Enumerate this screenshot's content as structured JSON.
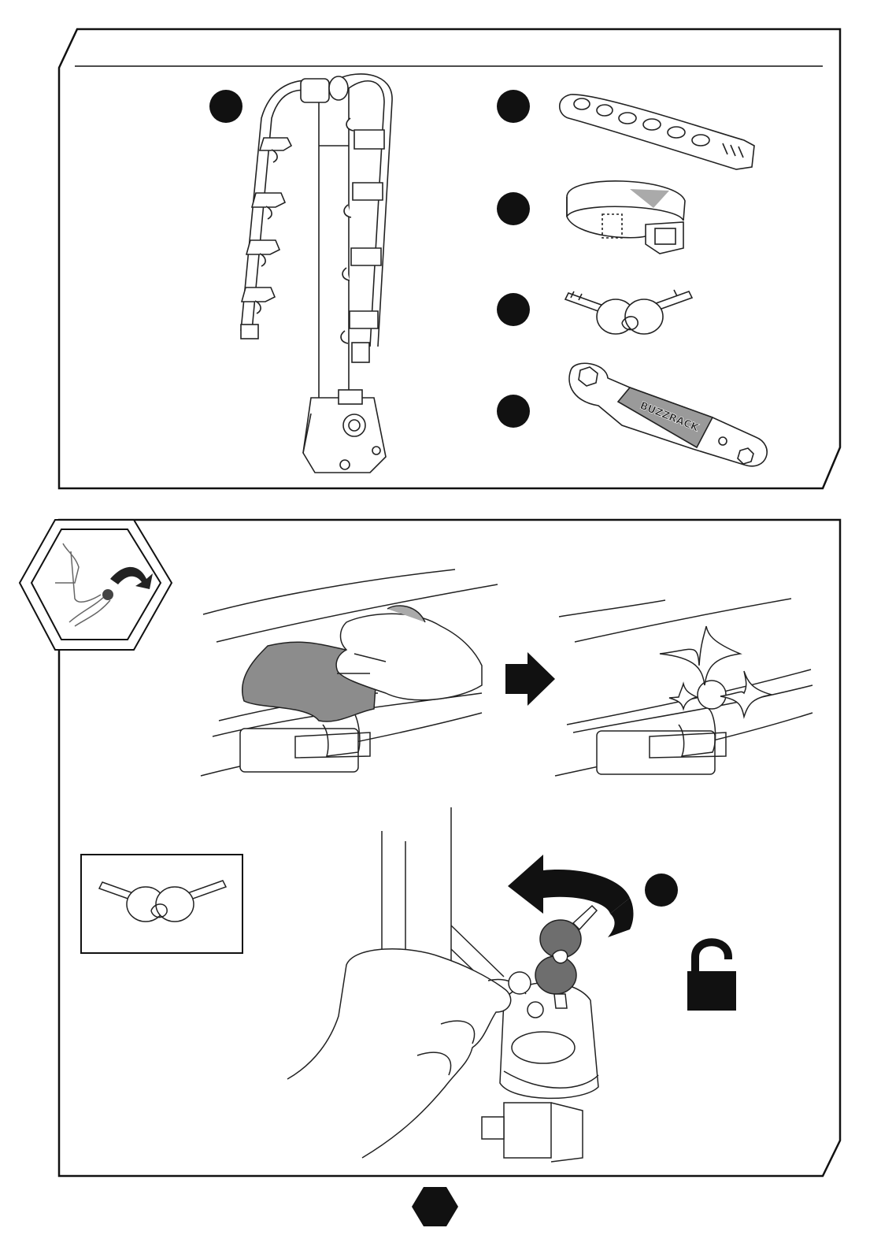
{
  "page": {
    "background": "#ffffff",
    "ink": "#111111",
    "fill_gray": "#8a8a8a",
    "dark_gray": "#555555"
  },
  "panel_parts": {
    "items": [
      {
        "id": "rack",
        "icon": "bike-rack-icon"
      },
      {
        "id": "strap-spacer",
        "icon": "spacer-strap-icon"
      },
      {
        "id": "velcro-strap",
        "icon": "strap-icon"
      },
      {
        "id": "keys",
        "icon": "keys-icon"
      },
      {
        "id": "wrench",
        "icon": "wrench-icon"
      }
    ],
    "wrench_logo": "BUZZRACK"
  },
  "panel_install": {
    "hex_badge_icon": "towball-hex-icon",
    "step_icons": [
      "cloth-wipe-icon",
      "arrow-right-icon",
      "clean-towball-icon",
      "keys-icon",
      "rotate-arrow-icon",
      "padlock-open-icon"
    ]
  },
  "footer": {
    "page_marker_icon": "hexagon-marker-icon"
  }
}
